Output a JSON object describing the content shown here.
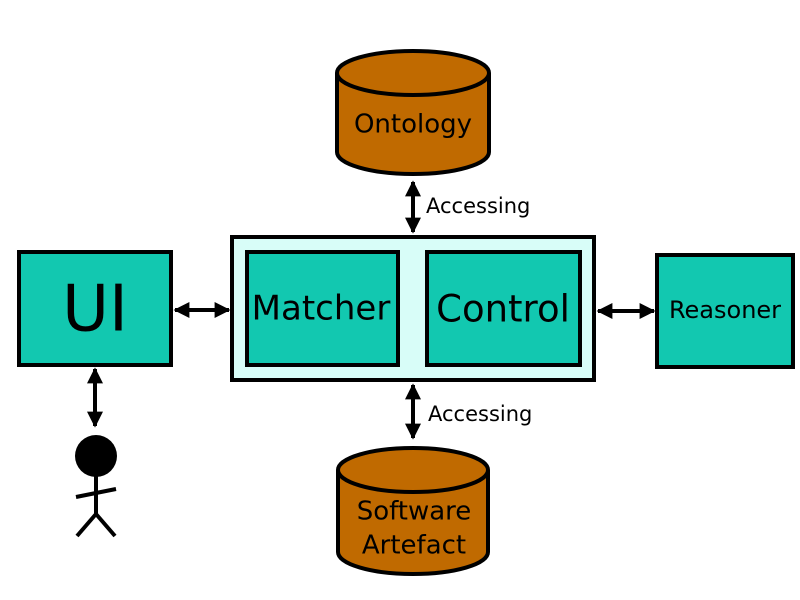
{
  "colors": {
    "box_fill": "#12c8b0",
    "container_fill": "#d8fdf8",
    "database_fill": "#c06a00",
    "stroke": "#000000",
    "background": "#ffffff"
  },
  "nodes": {
    "ui": {
      "label": "UI"
    },
    "matcher": {
      "label": "Matcher"
    },
    "control": {
      "label": "Control"
    },
    "reasoner": {
      "label": "Reasoner"
    },
    "ontology": {
      "label": "Ontology"
    },
    "software_artefact": {
      "label_line1": "Software",
      "label_line2": "Artefact"
    },
    "user": {
      "icon": "stick-figure-icon"
    }
  },
  "edges": {
    "ontology_access": {
      "label": "Accessing"
    },
    "artefact_access": {
      "label": "Accessing"
    }
  }
}
